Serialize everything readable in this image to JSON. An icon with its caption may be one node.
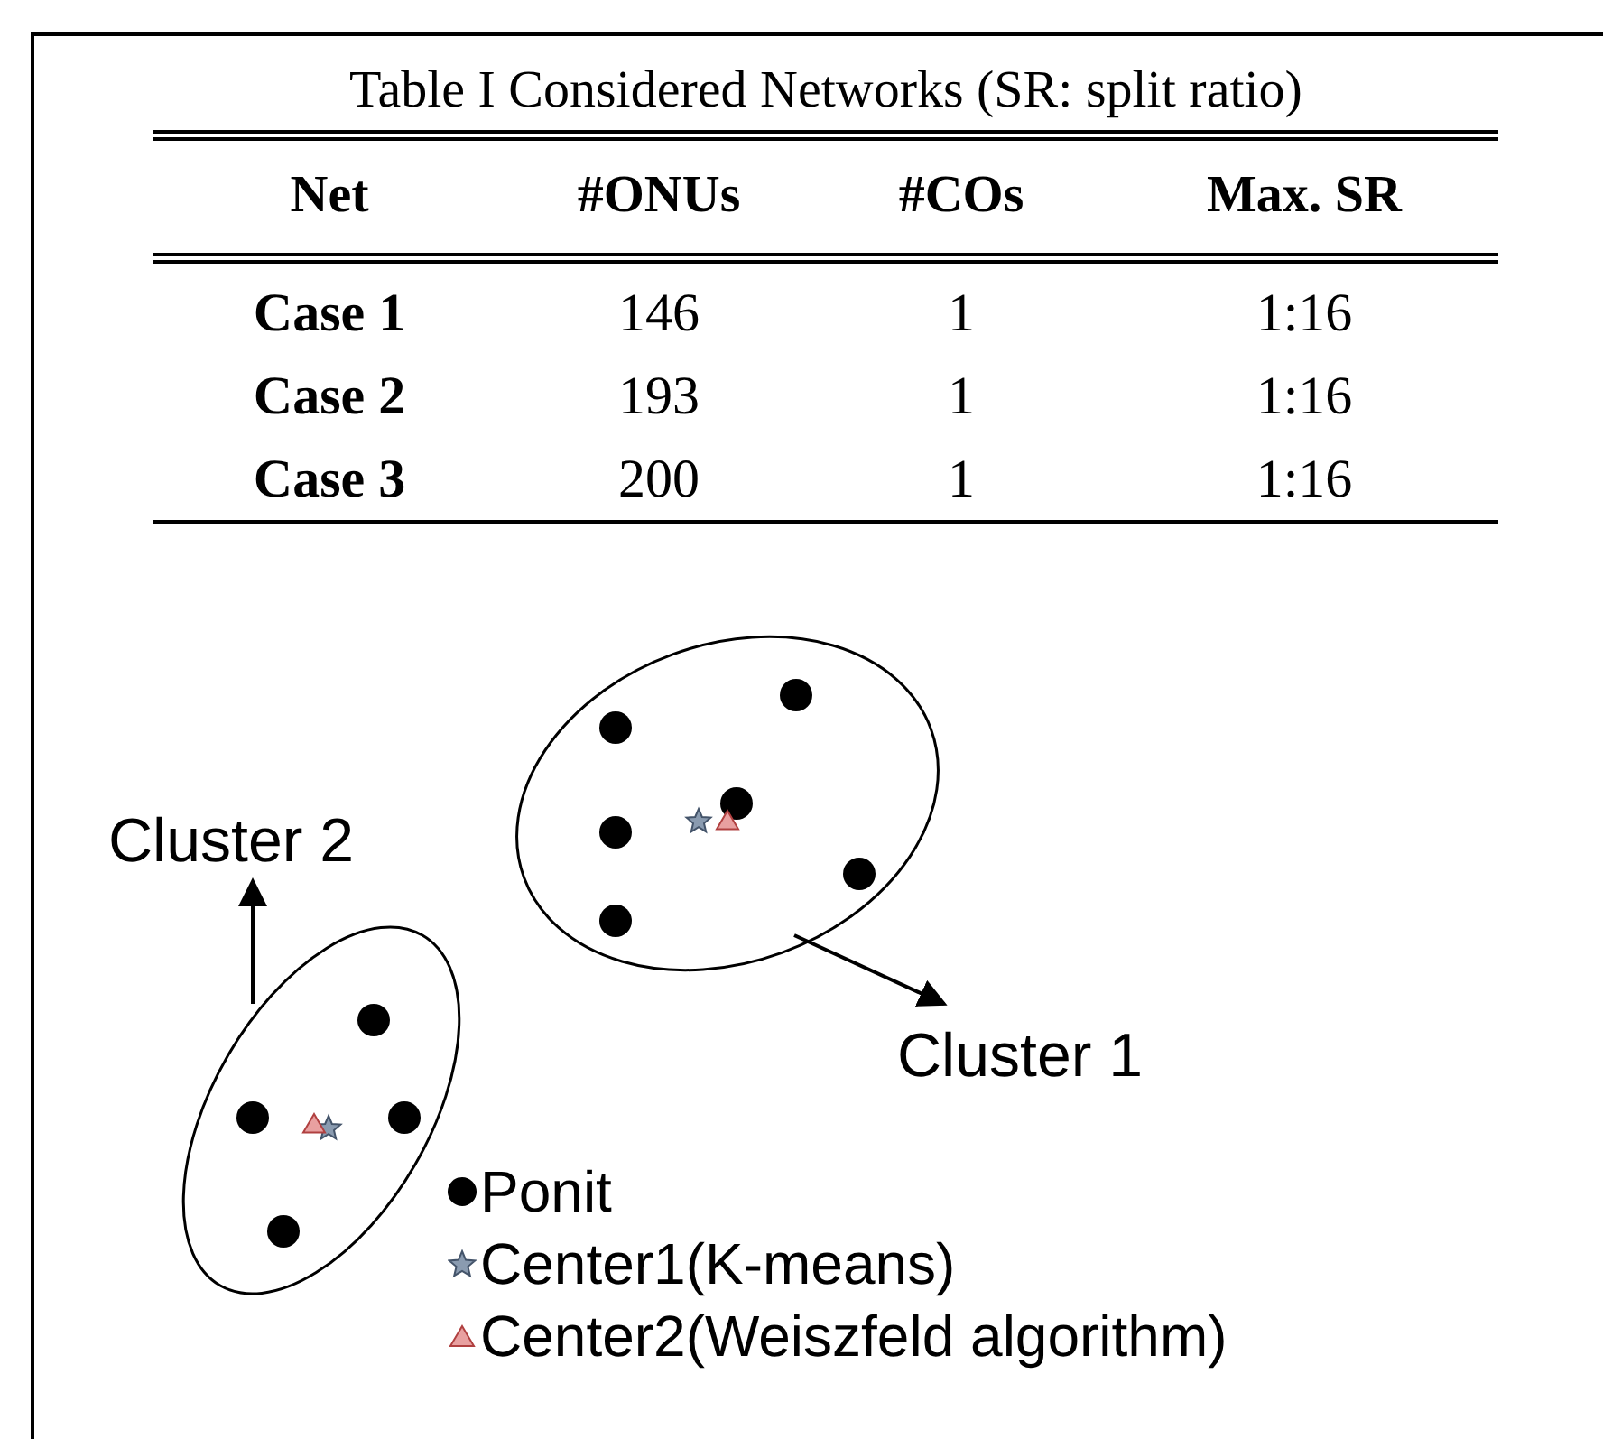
{
  "diagram": {
    "nodes": [
      {
        "text": [],
        "shape": "ellipse"
      },
      {
        "text": [
          "Cluster 1"
        ]
      },
      {
        "text": [],
        "shape": "ellipse"
      },
      {
        "text": [
          "Cluster 2"
        ]
      }
    ],
    "edges": [
      {
        "from": 0,
        "to": 1,
        "arrow": "to"
      },
      {
        "from": 2,
        "to": 3,
        "arrow": "to"
      }
    ],
    "labels": [
      "Table I Considered Networks (SR: split ratio)",
      "Net",
      "#ONUs",
      "#COs",
      "Max. SR",
      "Case 1",
      "146",
      "1",
      "1:16",
      "Case 2",
      "193",
      "1",
      "1:16",
      "Case 3",
      "200",
      "1",
      "1:16"
    ],
    "legend": [
      {
        "text": "Ponit"
      },
      {
        "text": "Center1(K-means)"
      },
      {
        "text": "Center2(Weiszfeld algorithm)"
      }
    ]
  }
}
